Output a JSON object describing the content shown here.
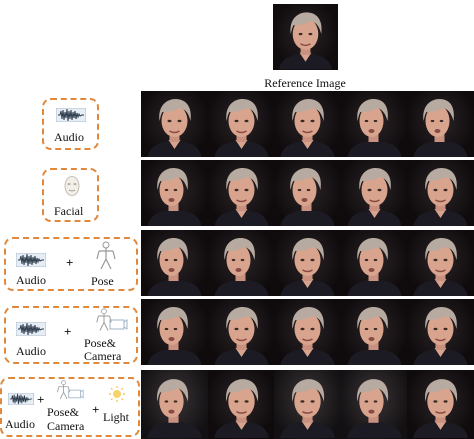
{
  "reference": {
    "caption": "Reference Image"
  },
  "rows": [
    {
      "id": "audio",
      "labels": [
        "Audio"
      ]
    },
    {
      "id": "facial",
      "labels": [
        "Facial"
      ]
    },
    {
      "id": "audio-pose",
      "labels": [
        "Audio",
        "Pose"
      ],
      "operators": [
        "+"
      ]
    },
    {
      "id": "audio-pose-camera",
      "labels": [
        "Audio",
        "Pose&",
        "Camera"
      ],
      "operators": [
        "+"
      ]
    },
    {
      "id": "audio-pose-camera-light",
      "labels": [
        "Audio",
        "Pose&",
        "Camera",
        "Light"
      ],
      "operators": [
        "+",
        "+"
      ]
    }
  ],
  "colors": {
    "dash_border": "#e0883c",
    "frame_bg": "#0f0b0d",
    "skin": "#d9a48e",
    "hair": "#b7aaa0",
    "jacket": "#1c1a22"
  },
  "icons": [
    "waveform-icon",
    "face-mask-icon",
    "skeleton-pose-icon",
    "camera-skeleton-icon",
    "sun-icon"
  ]
}
